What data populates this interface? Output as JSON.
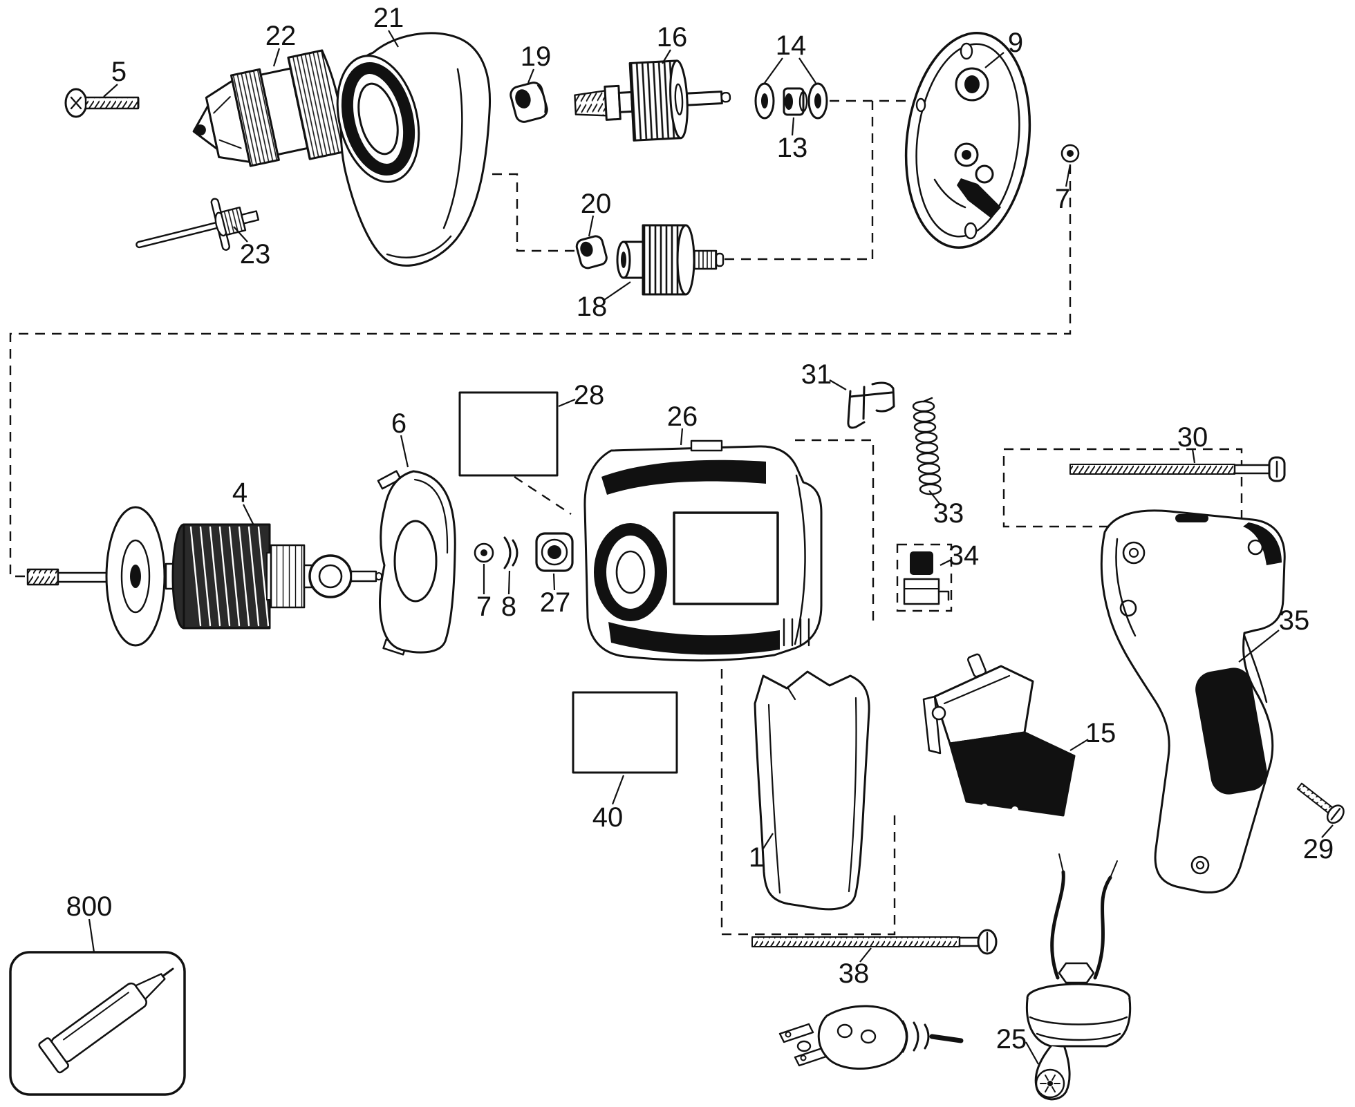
{
  "diagram": {
    "kind": "exploded-parts-diagram",
    "subject": "electric drill exploded view",
    "colors": {
      "ink": "#111111",
      "background": "#ffffff"
    }
  },
  "callouts": [
    {
      "id": "part-5",
      "text": "5"
    },
    {
      "id": "part-22",
      "text": "22"
    },
    {
      "id": "part-23",
      "text": "23"
    },
    {
      "id": "part-21",
      "text": "21"
    },
    {
      "id": "part-19",
      "text": "19"
    },
    {
      "id": "part-16",
      "text": "16"
    },
    {
      "id": "part-14",
      "text": "14"
    },
    {
      "id": "part-13",
      "text": "13"
    },
    {
      "id": "part-9",
      "text": "9"
    },
    {
      "id": "part-7-right",
      "text": "7"
    },
    {
      "id": "part-20",
      "text": "20"
    },
    {
      "id": "part-18",
      "text": "18"
    },
    {
      "id": "part-28",
      "text": "28"
    },
    {
      "id": "part-6",
      "text": "6"
    },
    {
      "id": "part-4",
      "text": "4"
    },
    {
      "id": "part-26",
      "text": "26"
    },
    {
      "id": "part-31",
      "text": "31"
    },
    {
      "id": "part-33",
      "text": "33"
    },
    {
      "id": "part-34",
      "text": "34"
    },
    {
      "id": "part-30",
      "text": "30"
    },
    {
      "id": "part-35",
      "text": "35"
    },
    {
      "id": "part-7-mid",
      "text": "7"
    },
    {
      "id": "part-8",
      "text": "8"
    },
    {
      "id": "part-27",
      "text": "27"
    },
    {
      "id": "part-40",
      "text": "40"
    },
    {
      "id": "part-1",
      "text": "1"
    },
    {
      "id": "part-15",
      "text": "15"
    },
    {
      "id": "part-29",
      "text": "29"
    },
    {
      "id": "part-38",
      "text": "38"
    },
    {
      "id": "part-25",
      "text": "25"
    },
    {
      "id": "part-800",
      "text": "800"
    }
  ]
}
